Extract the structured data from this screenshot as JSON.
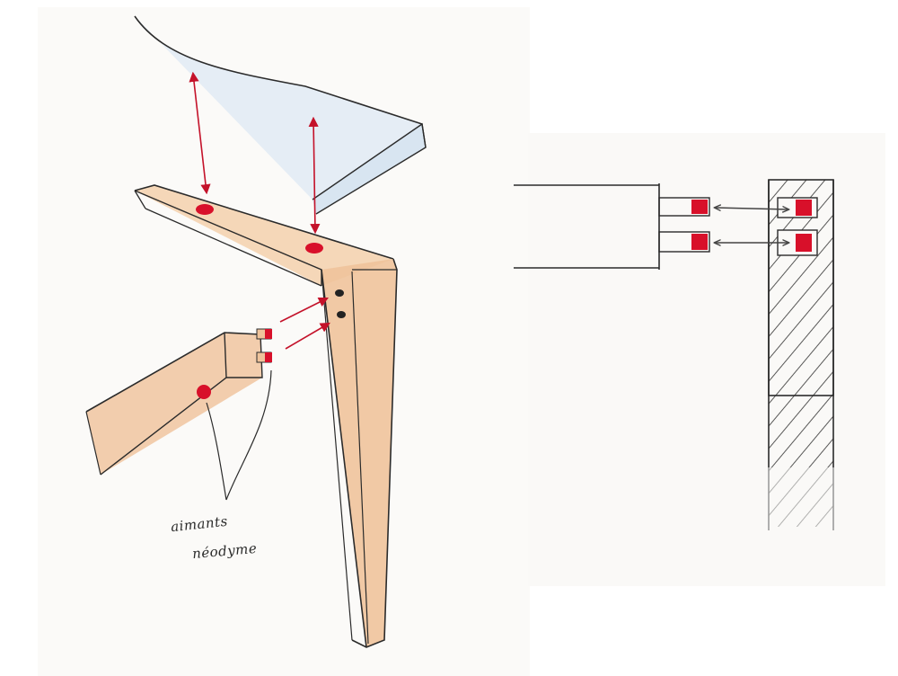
{
  "annotation": {
    "line1": "aimants",
    "line2": "néodyme"
  },
  "colors": {
    "paper": "#fbfaf8",
    "wood": "#f0c7a0",
    "wood_dark": "#e3a883",
    "tabletop": "#d9e6f3",
    "magnet": "#d8102a",
    "ink": "#2b2b2b",
    "hatch": "#3a3a3a"
  },
  "panels": [
    {
      "id": "perspective-view",
      "description_kind": "sketch"
    },
    {
      "id": "section-view",
      "description_kind": "sketch"
    }
  ]
}
